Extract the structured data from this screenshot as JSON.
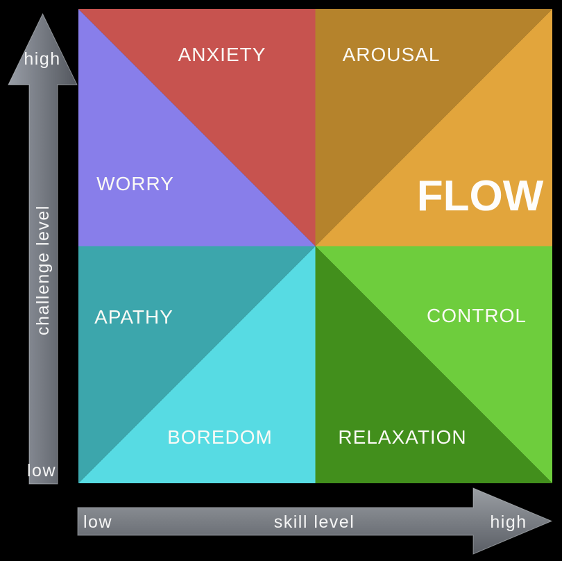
{
  "diagram": {
    "regions": {
      "anxiety": {
        "label": "ANXIETY",
        "color": "#c7534f"
      },
      "arousal": {
        "label": "AROUSAL",
        "color": "#b5832c"
      },
      "flow": {
        "label": "FLOW",
        "color": "#e2a53c"
      },
      "control": {
        "label": "CONTROL",
        "color": "#6ecd3d"
      },
      "relaxation": {
        "label": "RELAXATION",
        "color": "#428f1c"
      },
      "boredom": {
        "label": "BOREDOM",
        "color": "#57dbe3"
      },
      "apathy": {
        "label": "APATHY",
        "color": "#3ca6ac"
      },
      "worry": {
        "label": "WORRY",
        "color": "#887eea"
      }
    },
    "axes": {
      "y": {
        "label": "challenge level",
        "low": "low",
        "high": "high"
      },
      "x": {
        "label": "skill level",
        "low": "low",
        "high": "high"
      }
    },
    "colors": {
      "background": "#000000",
      "arrow_light": "#989da6",
      "arrow_dark": "#53575e",
      "arrow_light_h": "#9a9ea3",
      "arrow_dark_h": "#5a5e65"
    }
  }
}
